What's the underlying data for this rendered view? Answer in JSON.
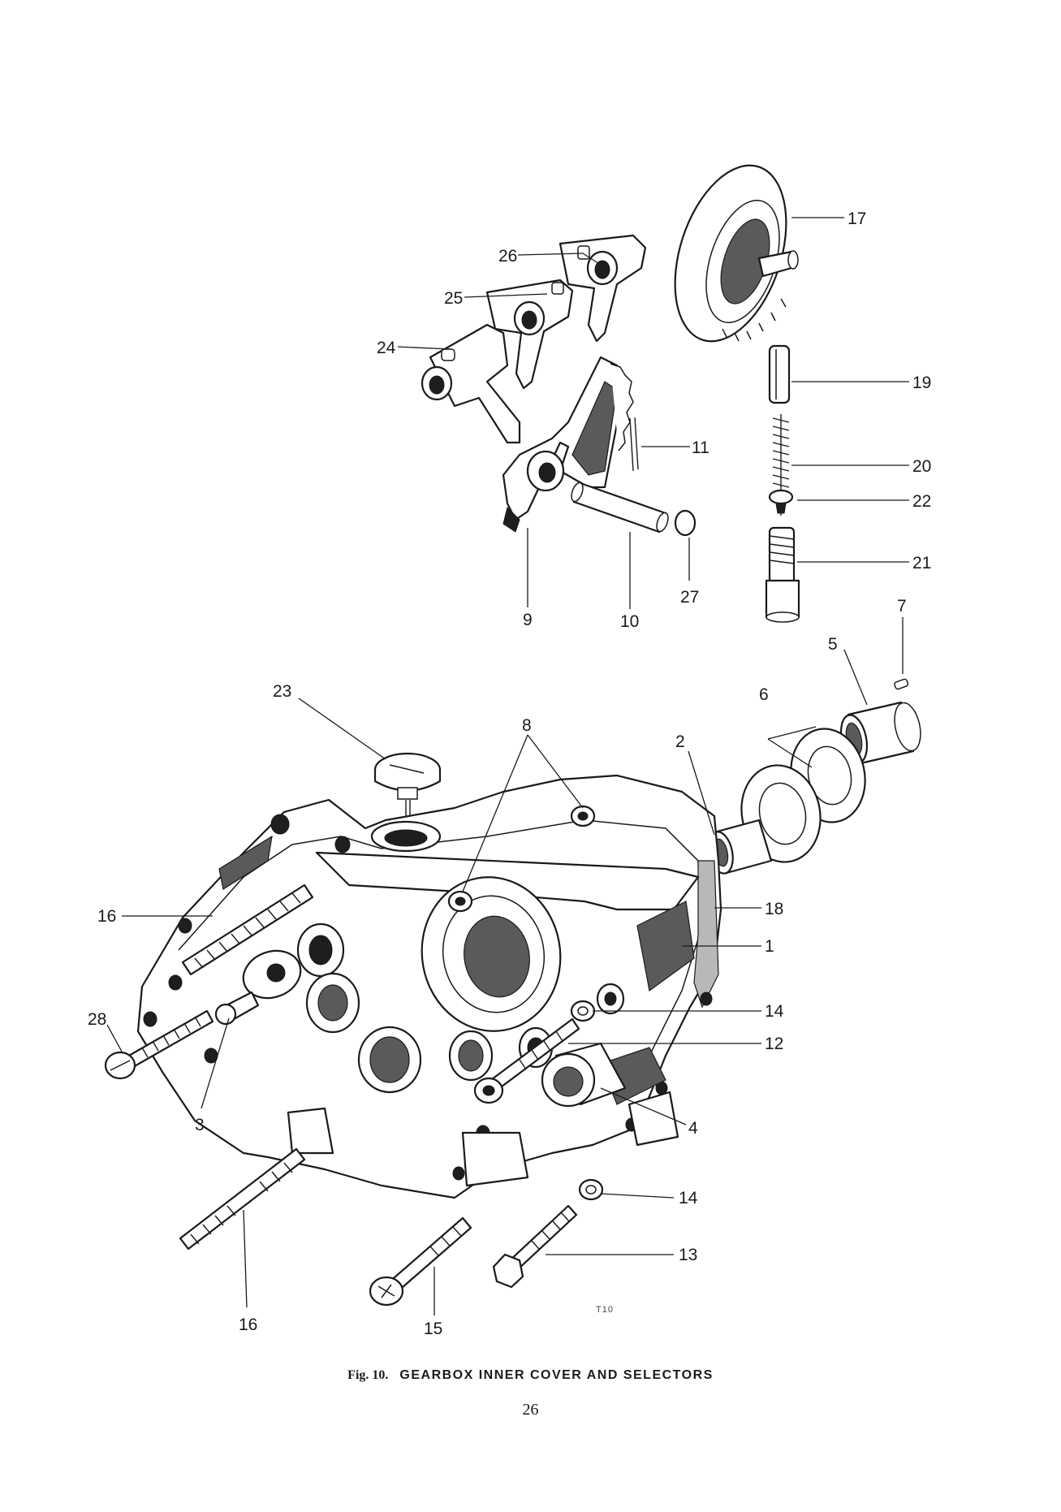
{
  "figure": {
    "fig_label": "Fig. 10.",
    "title": "GEARBOX INNER COVER AND SELECTORS",
    "page_number": "26",
    "ref_code": "T10"
  },
  "callouts": [
    {
      "id": "c1",
      "text": "1"
    },
    {
      "id": "c2",
      "text": "2"
    },
    {
      "id": "c3",
      "text": "3"
    },
    {
      "id": "c4",
      "text": "4"
    },
    {
      "id": "c5",
      "text": "5"
    },
    {
      "id": "c6",
      "text": "6"
    },
    {
      "id": "c7",
      "text": "7"
    },
    {
      "id": "c8",
      "text": "8"
    },
    {
      "id": "c9",
      "text": "9"
    },
    {
      "id": "c10",
      "text": "10"
    },
    {
      "id": "c11",
      "text": "11"
    },
    {
      "id": "c12",
      "text": "12"
    },
    {
      "id": "c13",
      "text": "13"
    },
    {
      "id": "c14a",
      "text": "14"
    },
    {
      "id": "c14b",
      "text": "14"
    },
    {
      "id": "c15",
      "text": "15"
    },
    {
      "id": "c16a",
      "text": "16"
    },
    {
      "id": "c16b",
      "text": "16"
    },
    {
      "id": "c17",
      "text": "17"
    },
    {
      "id": "c18",
      "text": "18"
    },
    {
      "id": "c19",
      "text": "19"
    },
    {
      "id": "c20",
      "text": "20"
    },
    {
      "id": "c21",
      "text": "21"
    },
    {
      "id": "c22",
      "text": "22"
    },
    {
      "id": "c23",
      "text": "23"
    },
    {
      "id": "c24",
      "text": "24"
    },
    {
      "id": "c25",
      "text": "25"
    },
    {
      "id": "c26",
      "text": "26"
    },
    {
      "id": "c27",
      "text": "27"
    },
    {
      "id": "c28",
      "text": "28"
    }
  ]
}
